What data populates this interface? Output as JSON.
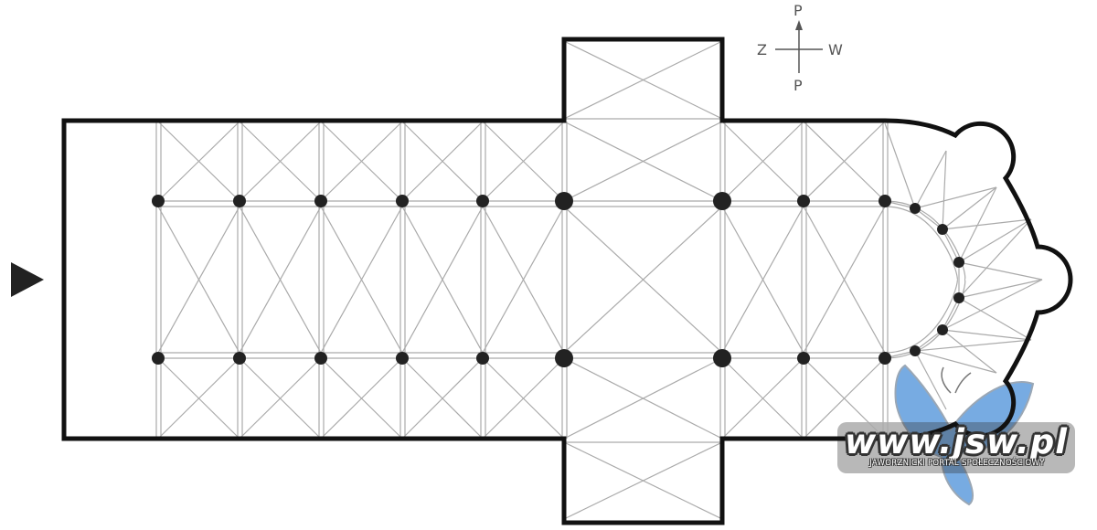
{
  "compass": {
    "north_top": "P",
    "south_bottom": "P",
    "west_left": "Z",
    "east_right": "W"
  },
  "watermark": {
    "text": "www.jsw.pl",
    "subtitle": "JAWORZNICKI PORTAL SPOŁECZNOŚCIOWY",
    "butterfly_color": "#4a8fd8"
  },
  "colors": {
    "walls": "#111111",
    "vaults": "#aaaaaa",
    "columns": "#222222",
    "entrance_arrow": "#222222"
  },
  "icons": {
    "entrance": "entrance-arrow-icon",
    "compass": "compass-icon",
    "logo": "butterfly-logo-icon"
  }
}
